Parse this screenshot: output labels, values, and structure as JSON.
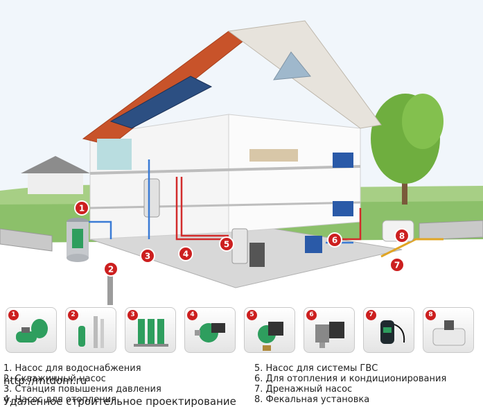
{
  "markers": [
    "1",
    "2",
    "3",
    "4",
    "5",
    "6",
    "7",
    "8"
  ],
  "legend_left": [
    "1. Насос для водоснабжения",
    "2. Скважинный насос",
    "3. Станция повышения давления",
    "4. Насос для отопления"
  ],
  "legend_right": [
    "5. Насос для системы ГВС",
    "6. Для отопления и кондиционирования",
    "7. Дренажный насос",
    "8. Фекальная установка"
  ],
  "watermark": {
    "url": "http://mtdom.ru",
    "text": "Удаленное строительное проектирование"
  },
  "colors": {
    "marker": "#cc1f1f",
    "roof": "#c8532a",
    "pump_green": "#2e9e5e",
    "sky": "#e9f1f8",
    "hot_pipe": "#d22b2b",
    "cold_pipe": "#3a7bd5"
  }
}
